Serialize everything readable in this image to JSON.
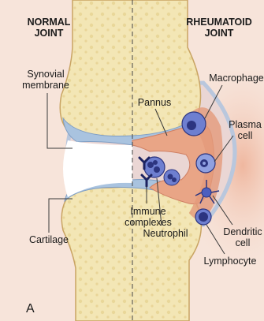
{
  "headers": {
    "normal_line1": "NORMAL",
    "normal_line2": "JOINT",
    "rheumatoid_line1": "RHEUMATOID",
    "rheumatoid_line2": "JOINT"
  },
  "labels": {
    "synovial_line1": "Synovial",
    "synovial_line2": "membrane",
    "pannus": "Pannus",
    "macrophage": "Macrophage",
    "plasma_line1": "Plasma",
    "plasma_line2": "cell",
    "immune_line1": "Immune",
    "immune_line2": "complexes",
    "dendritic_line1": "Dendritic",
    "dendritic_line2": "cell",
    "cartilage": "Cartilage",
    "neutrophil": "Neutrophil",
    "lymphocyte": "Lymphocyte"
  },
  "panel_letter": "A",
  "colors": {
    "background": "#f7e4da",
    "bone": "#f3e6b5",
    "bone_outline": "#c9a463",
    "cartilage": "#a9c3df",
    "joint_space": "#ffffff",
    "inflamed_tissue": "#e9a586",
    "cell_blue": "#5a6fc7",
    "cell_dark": "#2c3580",
    "antibody": "#1c2360",
    "leader_line": "#3a3a3a"
  }
}
